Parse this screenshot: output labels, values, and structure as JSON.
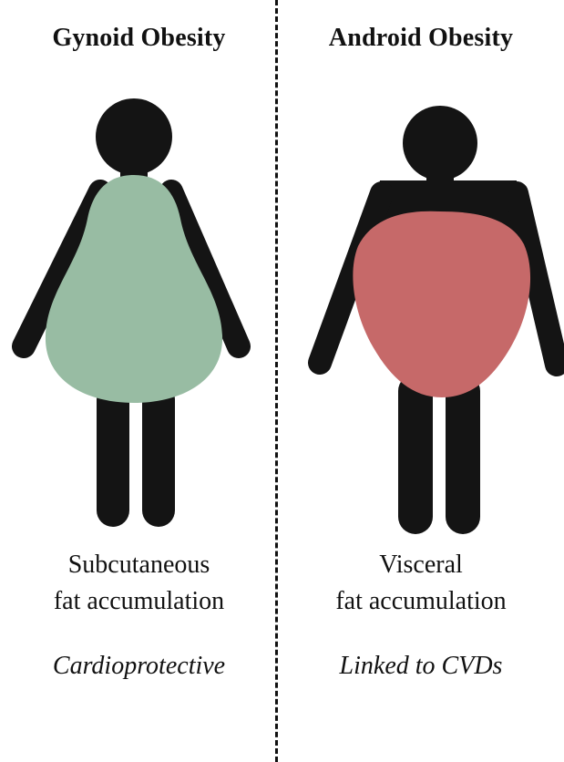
{
  "gynoid": {
    "title": "Gynoid Obesity",
    "description_line1": "Subcutaneous",
    "description_line2": "fat accumulation",
    "note": "Cardioprotective",
    "fat_color": "#98bca3"
  },
  "android": {
    "title": "Android Obesity",
    "description_line1": "Visceral",
    "description_line2": "fat accumulation",
    "note": "Linked to CVDs",
    "fat_color": "#c66969"
  },
  "colors": {
    "silhouette": "#141414",
    "divider": "#111111",
    "background": "#ffffff"
  }
}
